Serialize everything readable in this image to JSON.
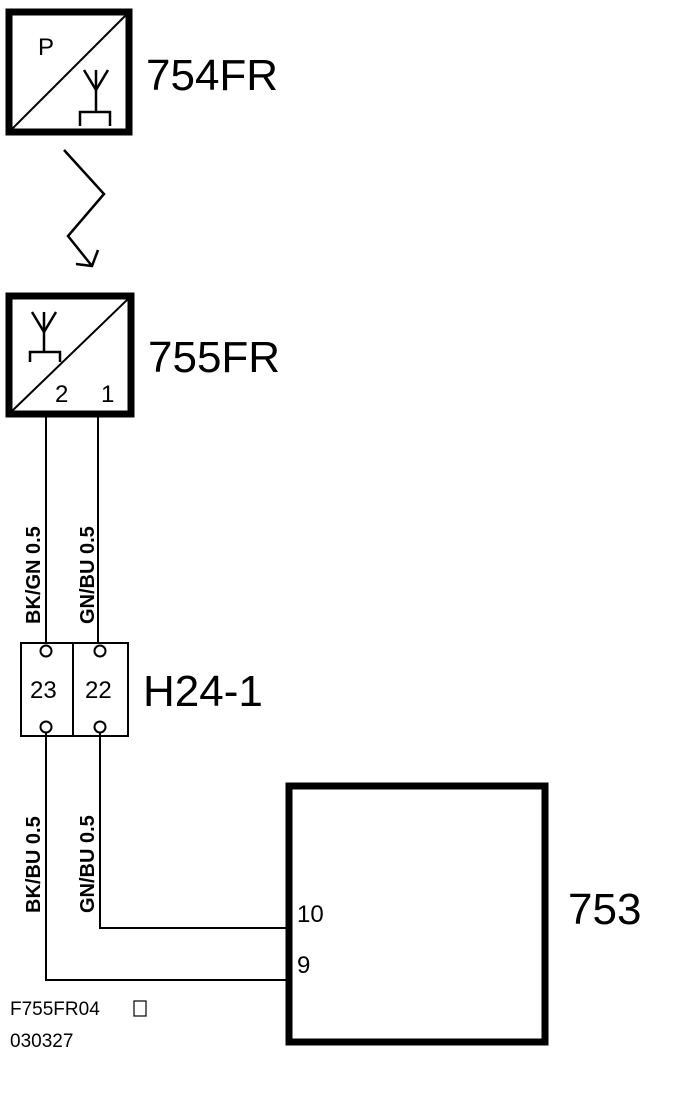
{
  "components": {
    "transmitter": {
      "id": "754FR",
      "mark": "P"
    },
    "receiver": {
      "id": "755FR",
      "pin_left": "2",
      "pin_right": "1"
    },
    "connector": {
      "id": "H24-1",
      "pin_left": "23",
      "pin_right": "22"
    },
    "module": {
      "id": "753",
      "pin_upper": "10",
      "pin_lower": "9"
    }
  },
  "wires": {
    "upper_left": "BK/GN  0.5",
    "upper_right": "GN/BU  0.5",
    "lower_left": "BK/BU  0.5",
    "lower_right": "GN/BU  0.5"
  },
  "footer": {
    "code": "F755FR04",
    "date": "030327"
  },
  "colors": {
    "ink": "#000000",
    "background": "#ffffff"
  }
}
